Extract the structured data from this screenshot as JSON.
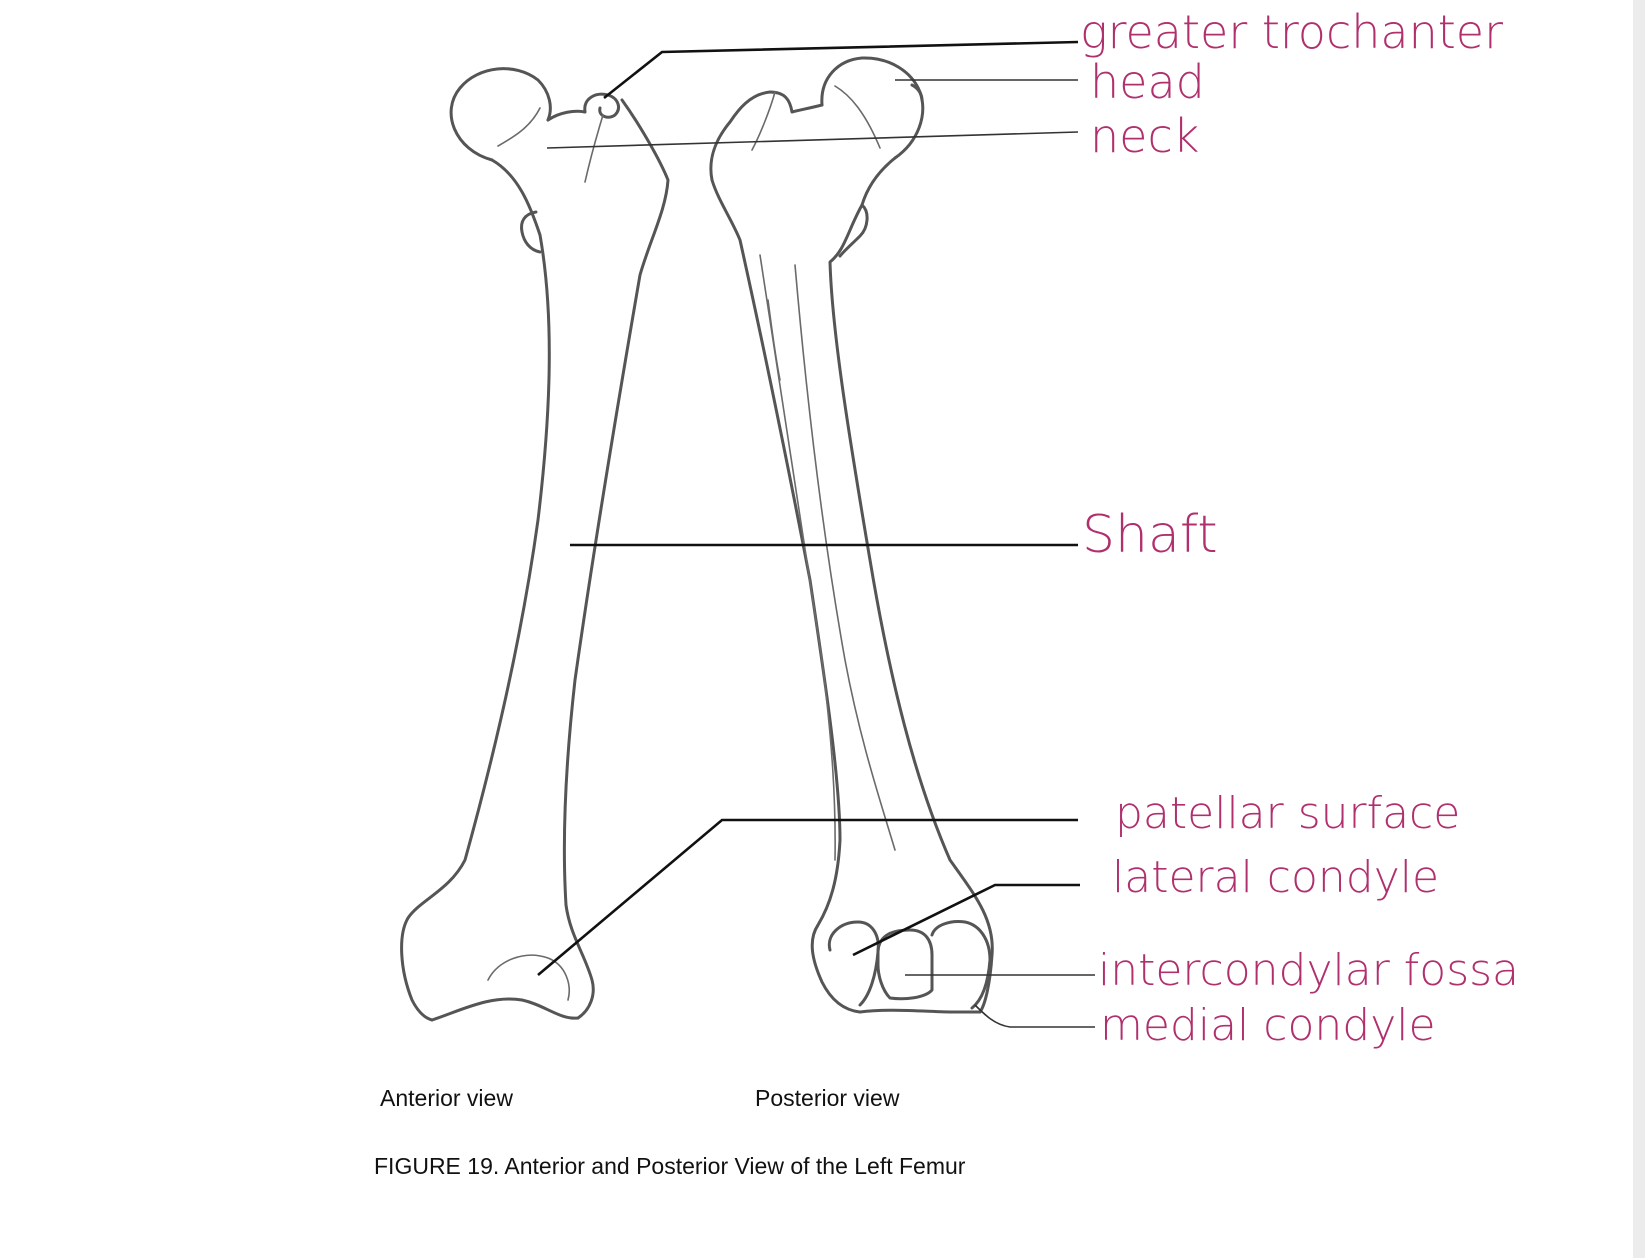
{
  "labels": {
    "greater_trochanter": "greater trochanter",
    "head": "head",
    "neck": "neck",
    "shaft": "Shaft",
    "patellar_surface": "patellar surface",
    "lateral_condyle": "lateral condyle",
    "intercondylar_fossa": "intercondylar fossa",
    "medial_condyle": "medial condyle"
  },
  "captions": {
    "anterior_view": "Anterior view",
    "posterior_view": "Posterior view",
    "figure": "FIGURE 19.  Anterior and Posterior View of the Left Femur"
  },
  "colors": {
    "annotation": "#b0306e",
    "bone_outline": "#555555",
    "leader_line": "#111111"
  }
}
